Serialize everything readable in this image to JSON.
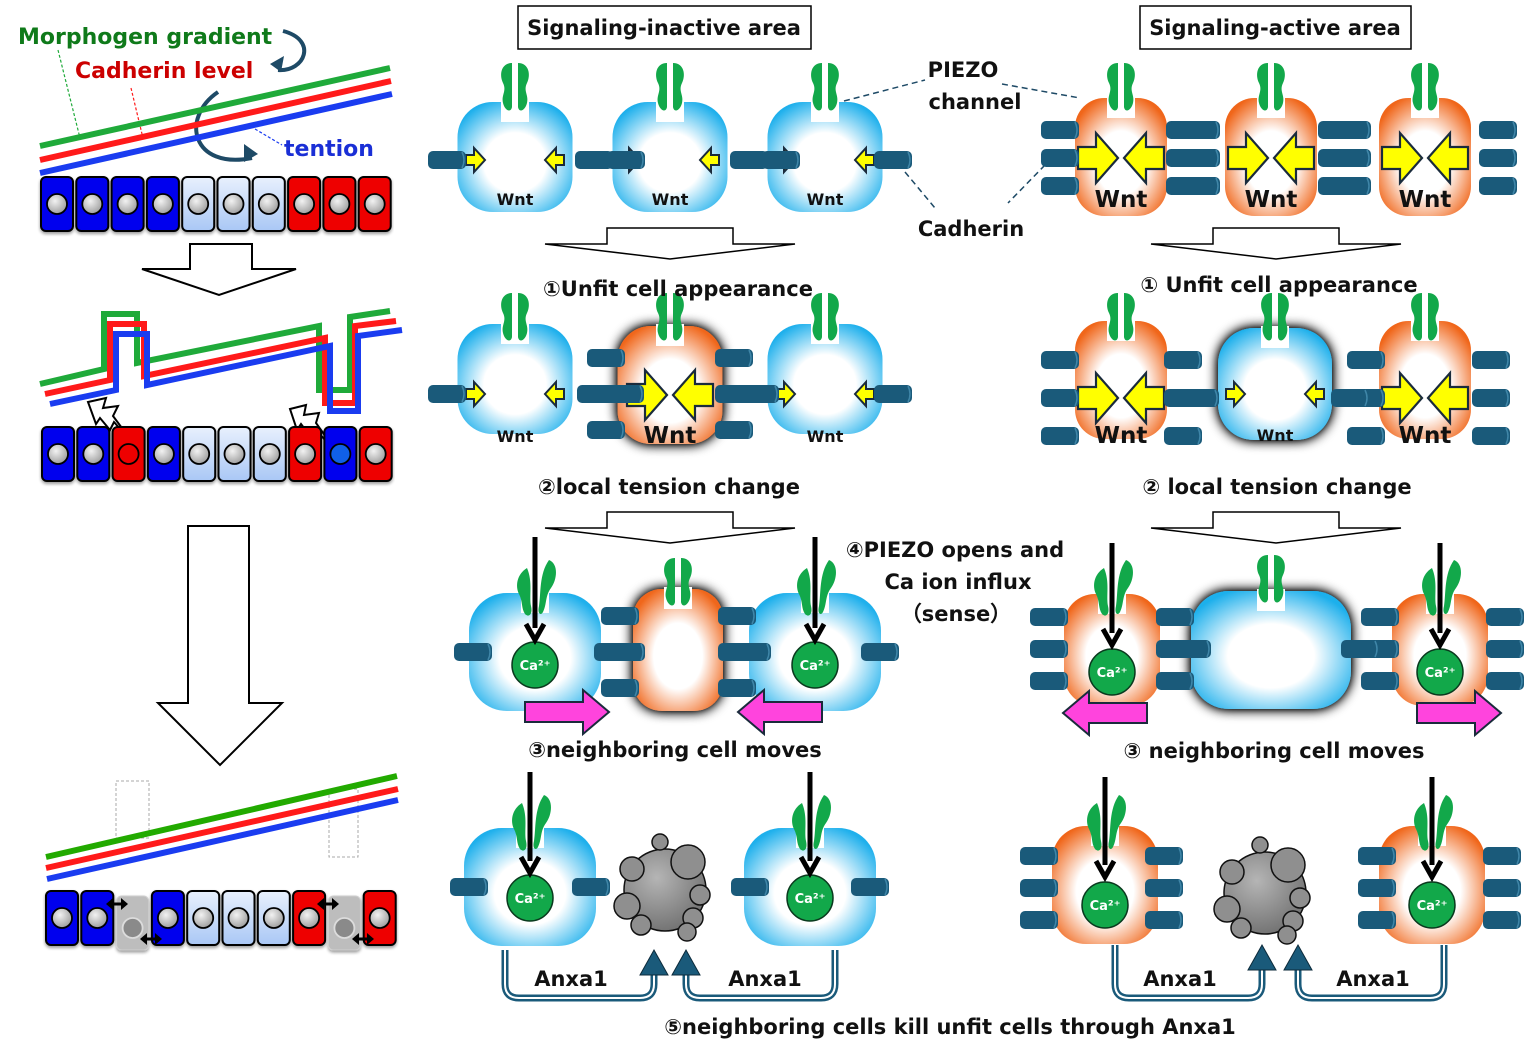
{
  "legend": {
    "morphogen": {
      "label": "Morphogen gradient",
      "color": "#0f7a1a"
    },
    "cadherin": {
      "label": "Cadherin level",
      "color": "#cc0000"
    },
    "tension": {
      "label": "tention",
      "color": "#1a2fd6"
    }
  },
  "line_colors": {
    "green": "#1faa3a",
    "red": "#ff1a1a",
    "blue": "#1a3cf0"
  },
  "cell_colors": {
    "blue": "#0000ee",
    "light": "#cfe0fb",
    "red": "#ee0000",
    "dying": "#bdbdbd"
  },
  "left_column": {
    "row1_cells": [
      "blue",
      "blue",
      "blue",
      "blue",
      "light",
      "light",
      "light",
      "red",
      "red",
      "red"
    ],
    "row2_cells": [
      "blue",
      "blue",
      "red",
      "blue",
      "light",
      "light",
      "light",
      "red",
      "blue",
      "red"
    ],
    "row3_cells": [
      "blue",
      "blue",
      "dying",
      "blue",
      "light",
      "light",
      "light",
      "red",
      "dying",
      "red"
    ]
  },
  "panels": {
    "inactive": {
      "title": "Signaling-inactive area"
    },
    "active": {
      "title": "Signaling-active area"
    }
  },
  "annotations": {
    "piezo_line1": "PIEZO",
    "piezo_line2": "channel",
    "cadherin": "Cadherin",
    "wnt": "Wnt",
    "ca": "Ca²⁺",
    "anxa1": "Anxa1"
  },
  "steps": {
    "inactive": {
      "s1": "①Unfit cell appearance",
      "s2": "②local tension change",
      "s3": "③neighboring cell moves"
    },
    "active": {
      "s1": "① Unfit cell appearance",
      "s2": "② local tension change",
      "s3": "③ neighboring cell moves"
    },
    "s4_line1": "④PIEZO opens and",
    "s4_line2": "Ca ion influx",
    "s4_line3": "（sense）",
    "s5": "⑤neighboring cells kill unfit cells through Anxa1"
  },
  "colors": {
    "piezo": "#12a84a",
    "cadherin_rod": "#1a5a7a",
    "blue_cell": "#29b6ee",
    "orange_cell": "#f26a1b",
    "yellow_arrow": "#ffff00",
    "magenta_arrow": "#ff44dd",
    "ca_circle": "#12a84a",
    "dead_cell": "#8c8c8c"
  }
}
